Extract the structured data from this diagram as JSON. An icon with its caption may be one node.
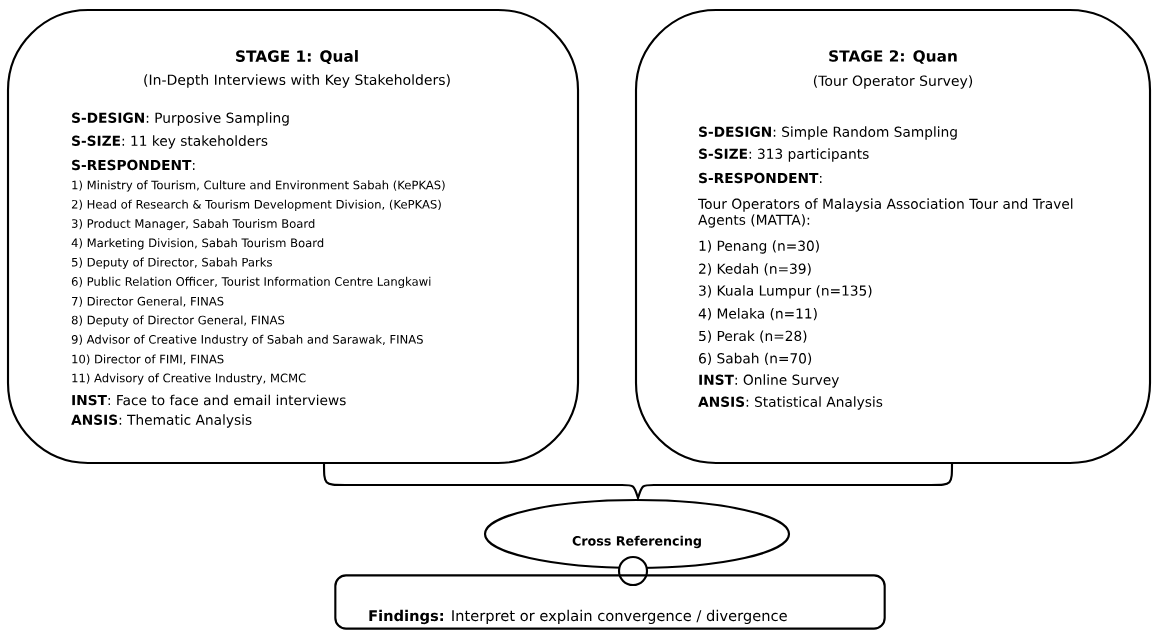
{
  "diagram": {
    "nodes": [
      {
        "text": [
          "STAGE 1: Qual",
          "(In-Depth Interviews with Key Stakeholders)",
          "**S-DESIGN**: Purposive Sampling",
          "**S-SIZE**: 11 key stakeholders",
          "**S-RESPONDENT**:",
          "1) Ministry of Tourism, Culture and Environment Sabah (KePKAS)",
          "2) Head of Research & Tourism Development Division, (KePKAS)",
          "3) Product Manager, Sabah Tourism Board",
          "4) Marketing Division, Sabah Tourism Board",
          "5) Deputy of Director, Sabah Parks",
          "6) Public Relation Officer, Tourist Information Centre Langkawi",
          "7) Director General, FINAS",
          "8) Deputy of Director General, FINAS",
          "9) Advisor of Creative Industry of Sabah and Sarawak, FINAS",
          "10) Director of FIMI, FINAS",
          "11) Advisory of Creative Industry, MCMC",
          "**INST**: Face to face and email interviews",
          "**ANSIS**: Thematic Analysis"
        ]
      },
      {
        "text": [
          "STAGE 2: Quan",
          "(Tour Operator Survey)",
          "**S-DESIGN**: Simple Random Sampling",
          "**S-SIZE**: 313 participants",
          "**S-RESPONDENT**:",
          "Tour Operators of Malaysia Association Tour and Travel Agents (MATTA):",
          "1) Penang (n=30)",
          "2) Kedah (n=39)",
          "3) Kuala Lumpur (n=135)",
          "4) Melaka (n=11)",
          "5) Perak (n=28)",
          "6) Sabah (n=70)",
          "**INST**: Online Survey",
          "**ANSIS**: Statistical Analysis"
        ]
      },
      {
        "text": [
          "Cross Referencing"
        ]
      },
      {
        "text": [],
        "shape": "circle"
      },
      {
        "text": [
          "**Findings:** Interpret or explain convergence / divergence"
        ]
      }
    ]
  }
}
